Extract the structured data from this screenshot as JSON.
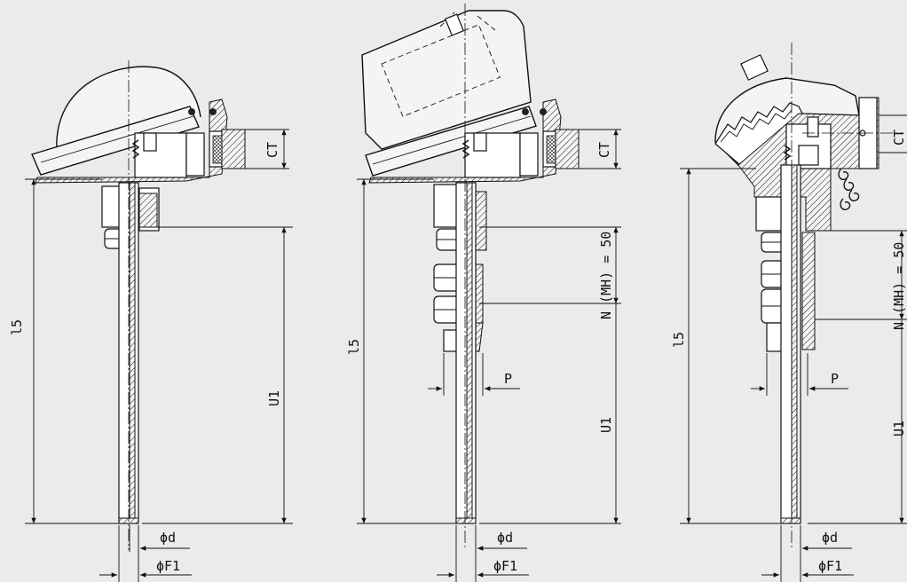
{
  "figures": [
    {
      "id": "straight-thermowell",
      "labels": {
        "total_length": "l5",
        "insertion_length": "U1",
        "head_conn": "CT",
        "tube_dia": "ϕd",
        "flange_dia": "ϕF1"
      }
    },
    {
      "id": "threaded-fitting",
      "labels": {
        "total_length": "l5",
        "neck_length": "N (MH) = 50",
        "insertion_length": "U1",
        "thread": "P",
        "head_conn": "CT",
        "tube_dia": "ϕd",
        "flange_dia": "ϕF1"
      }
    },
    {
      "id": "threaded-head-b",
      "labels": {
        "total_length": "l5",
        "neck_length": "N (MH) = 50",
        "insertion_length": "U1",
        "thread": "P",
        "head_conn": "CT",
        "tube_dia": "ϕd",
        "flange_dia": "ϕF1"
      }
    }
  ]
}
